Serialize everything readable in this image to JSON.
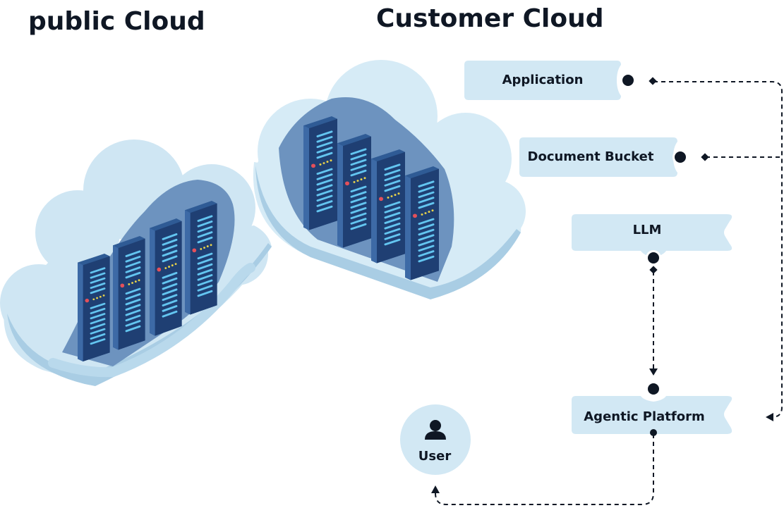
{
  "headings": {
    "public_cloud": "public Cloud",
    "customer_cloud": "Customer Cloud"
  },
  "nodes": {
    "application": "Application",
    "document_bucket": "Document Bucket",
    "llm": "LLM",
    "agentic_platform": "Agentic Platform",
    "user": "User"
  },
  "colors": {
    "node_fill": "#d2e8f4",
    "cloud_light": "#cfe6f3",
    "cloud_mid": "#a9cde4",
    "cloud_inner": "#6d93bf",
    "server_dark": "#1f3f73",
    "server_light": "#2f5b95",
    "led_blue": "#63c5f0",
    "led_red": "#e4505a",
    "led_yellow": "#e8d24a",
    "connector": "#0f1724",
    "text": "#0f1724"
  },
  "icons": {
    "user": "person-icon",
    "port": "connector-dot-icon"
  }
}
